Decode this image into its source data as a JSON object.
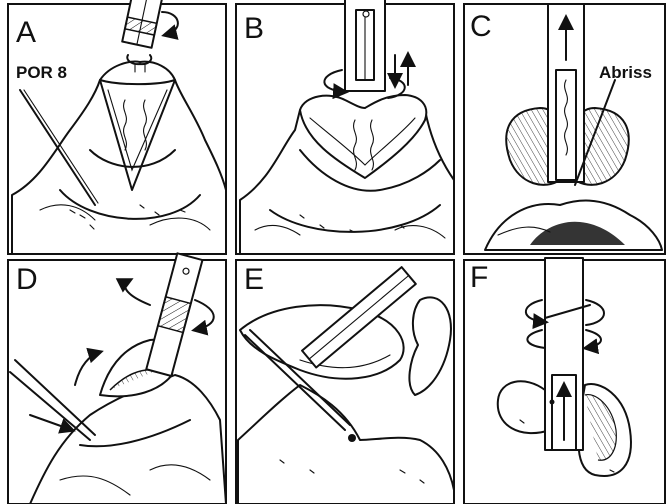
{
  "panels": [
    {
      "letter": "A",
      "callout": "POR 8"
    },
    {
      "letter": "B"
    },
    {
      "letter": "C",
      "callout": "Abriss"
    },
    {
      "letter": "D"
    },
    {
      "letter": "E"
    },
    {
      "letter": "F"
    }
  ]
}
